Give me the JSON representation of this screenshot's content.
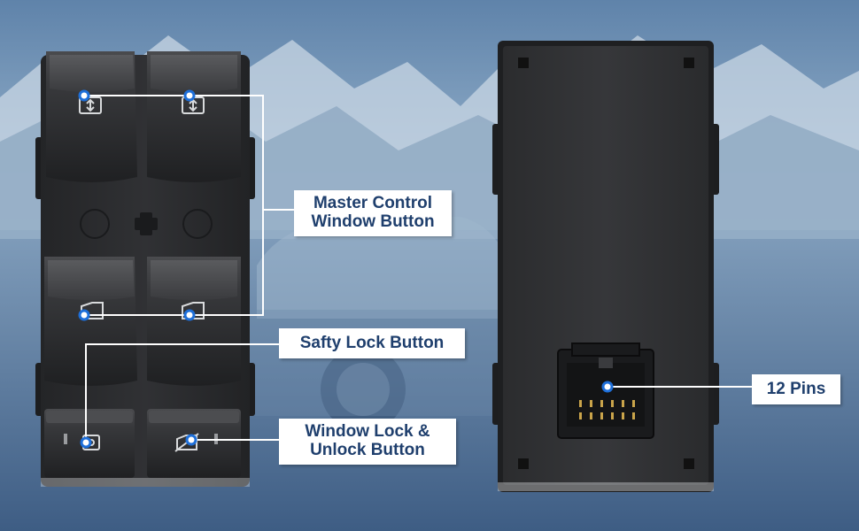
{
  "labels": {
    "master_control_line1": "Master Control",
    "master_control_line2": "Window Button",
    "safety_lock": "Safty Lock Button",
    "window_lock_line1": "Window Lock &",
    "window_lock_line2": "Unlock Button",
    "pins": "12 Pins"
  },
  "colors": {
    "label_text": "#1f3f6d",
    "label_bg": "#ffffff",
    "callout_line": "#ffffff",
    "callout_dot": "#1e6fd9",
    "switch_body": "#2a2b2d"
  },
  "icons": {
    "front_window_icon": "window-up-down-icon",
    "rear_window_icon": "rear-window-icon",
    "child_lock_icon": "child-lock-icon",
    "window_lock_icon": "window-lock-icon"
  }
}
